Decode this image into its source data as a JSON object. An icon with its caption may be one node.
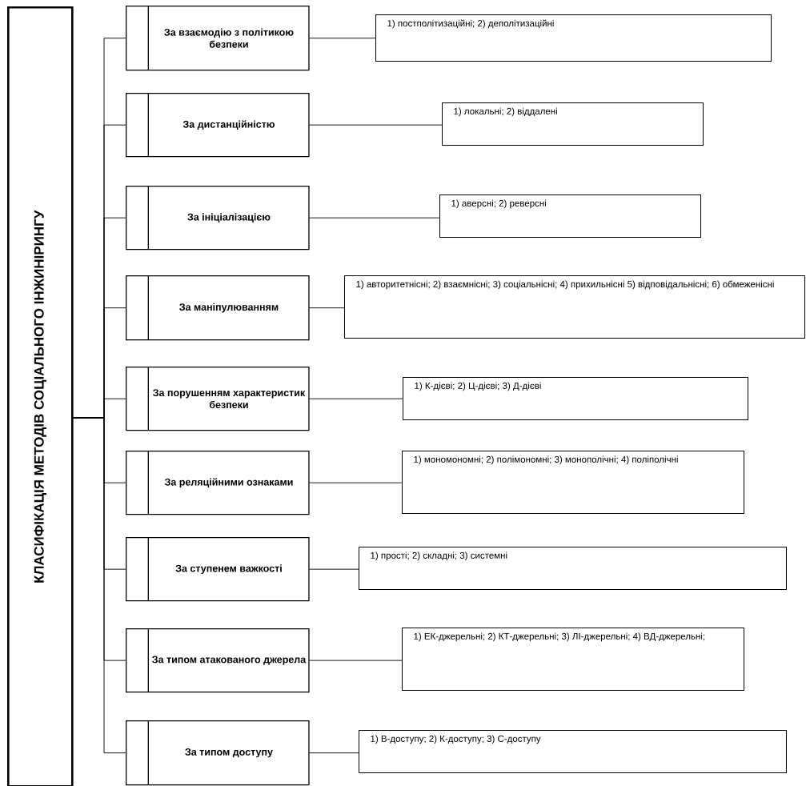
{
  "diagram": {
    "nodes": [
      {
        "text": [
          "КЛАСИФІКАЦІЯ МЕТОДІВ СОЦІАЛЬНОГО ІНЖИНІРИНГУ"
        ]
      },
      {
        "text": [
          "За взаємодію з політикою безпеки"
        ]
      },
      {
        "text": [
          "1) постполітизаційні; 2) деполітизаційні"
        ]
      },
      {
        "text": [
          "За дистанційністю"
        ]
      },
      {
        "text": [
          "1) локальні; 2) віддалені"
        ]
      },
      {
        "text": [
          "За ініціалізацією"
        ]
      },
      {
        "text": [
          "1) аверсні; 2) реверсні"
        ]
      },
      {
        "text": [
          "За маніпулюванням"
        ]
      },
      {
        "text": [
          "1) авторитетнісні; 2) взаємнісні; 3) соціальнісні; 4) прихильнісні 5) відповідальнісні; 6) обмеженісні"
        ]
      },
      {
        "text": [
          "За порушенням характеристик безпеки"
        ]
      },
      {
        "text": [
          "1) К-дієві; 2) Ц-дієві; 3) Д-дієві"
        ]
      },
      {
        "text": [
          "За реляційними ознаками"
        ]
      },
      {
        "text": [
          "1) мономономні; 2) полімономні; 3) монополічні; 4) поліполічні"
        ]
      },
      {
        "text": [
          "За ступенем важкості"
        ]
      },
      {
        "text": [
          "1) прості; 2) складні; 3) системні"
        ]
      },
      {
        "text": [
          "За типом атакованого джерела"
        ]
      },
      {
        "text": [
          "1) ЕК-джерельні; 2) КТ-джерельні; 3) ЛІ-джерельні; 4) ВД-джерельні;"
        ]
      },
      {
        "text": [
          "За типом доступу"
        ]
      },
      {
        "text": [
          "1) В-доступу; 2) К-доступу; 3) С-доступу"
        ]
      }
    ],
    "edges": [
      {
        "from": 0,
        "to": 1,
        "arrow": "none"
      },
      {
        "from": 0,
        "to": 3,
        "arrow": "none"
      },
      {
        "from": 0,
        "to": 5,
        "arrow": "none"
      },
      {
        "from": 0,
        "to": 7,
        "arrow": "none"
      },
      {
        "from": 0,
        "to": 9,
        "arrow": "none"
      },
      {
        "from": 0,
        "to": 11,
        "arrow": "none"
      },
      {
        "from": 0,
        "to": 13,
        "arrow": "none"
      },
      {
        "from": 0,
        "to": 15,
        "arrow": "none"
      },
      {
        "from": 0,
        "to": 17,
        "arrow": "none"
      },
      {
        "from": 1,
        "to": 2,
        "arrow": "none"
      },
      {
        "from": 3,
        "to": 4,
        "arrow": "none"
      },
      {
        "from": 5,
        "to": 6,
        "arrow": "none"
      },
      {
        "from": 7,
        "to": 8,
        "arrow": "none"
      },
      {
        "from": 9,
        "to": 10,
        "arrow": "none"
      },
      {
        "from": 11,
        "to": 12,
        "arrow": "none"
      },
      {
        "from": 13,
        "to": 14,
        "arrow": "none"
      },
      {
        "from": 15,
        "to": 16,
        "arrow": "none"
      },
      {
        "from": 17,
        "to": 18,
        "arrow": "none"
      }
    ]
  }
}
